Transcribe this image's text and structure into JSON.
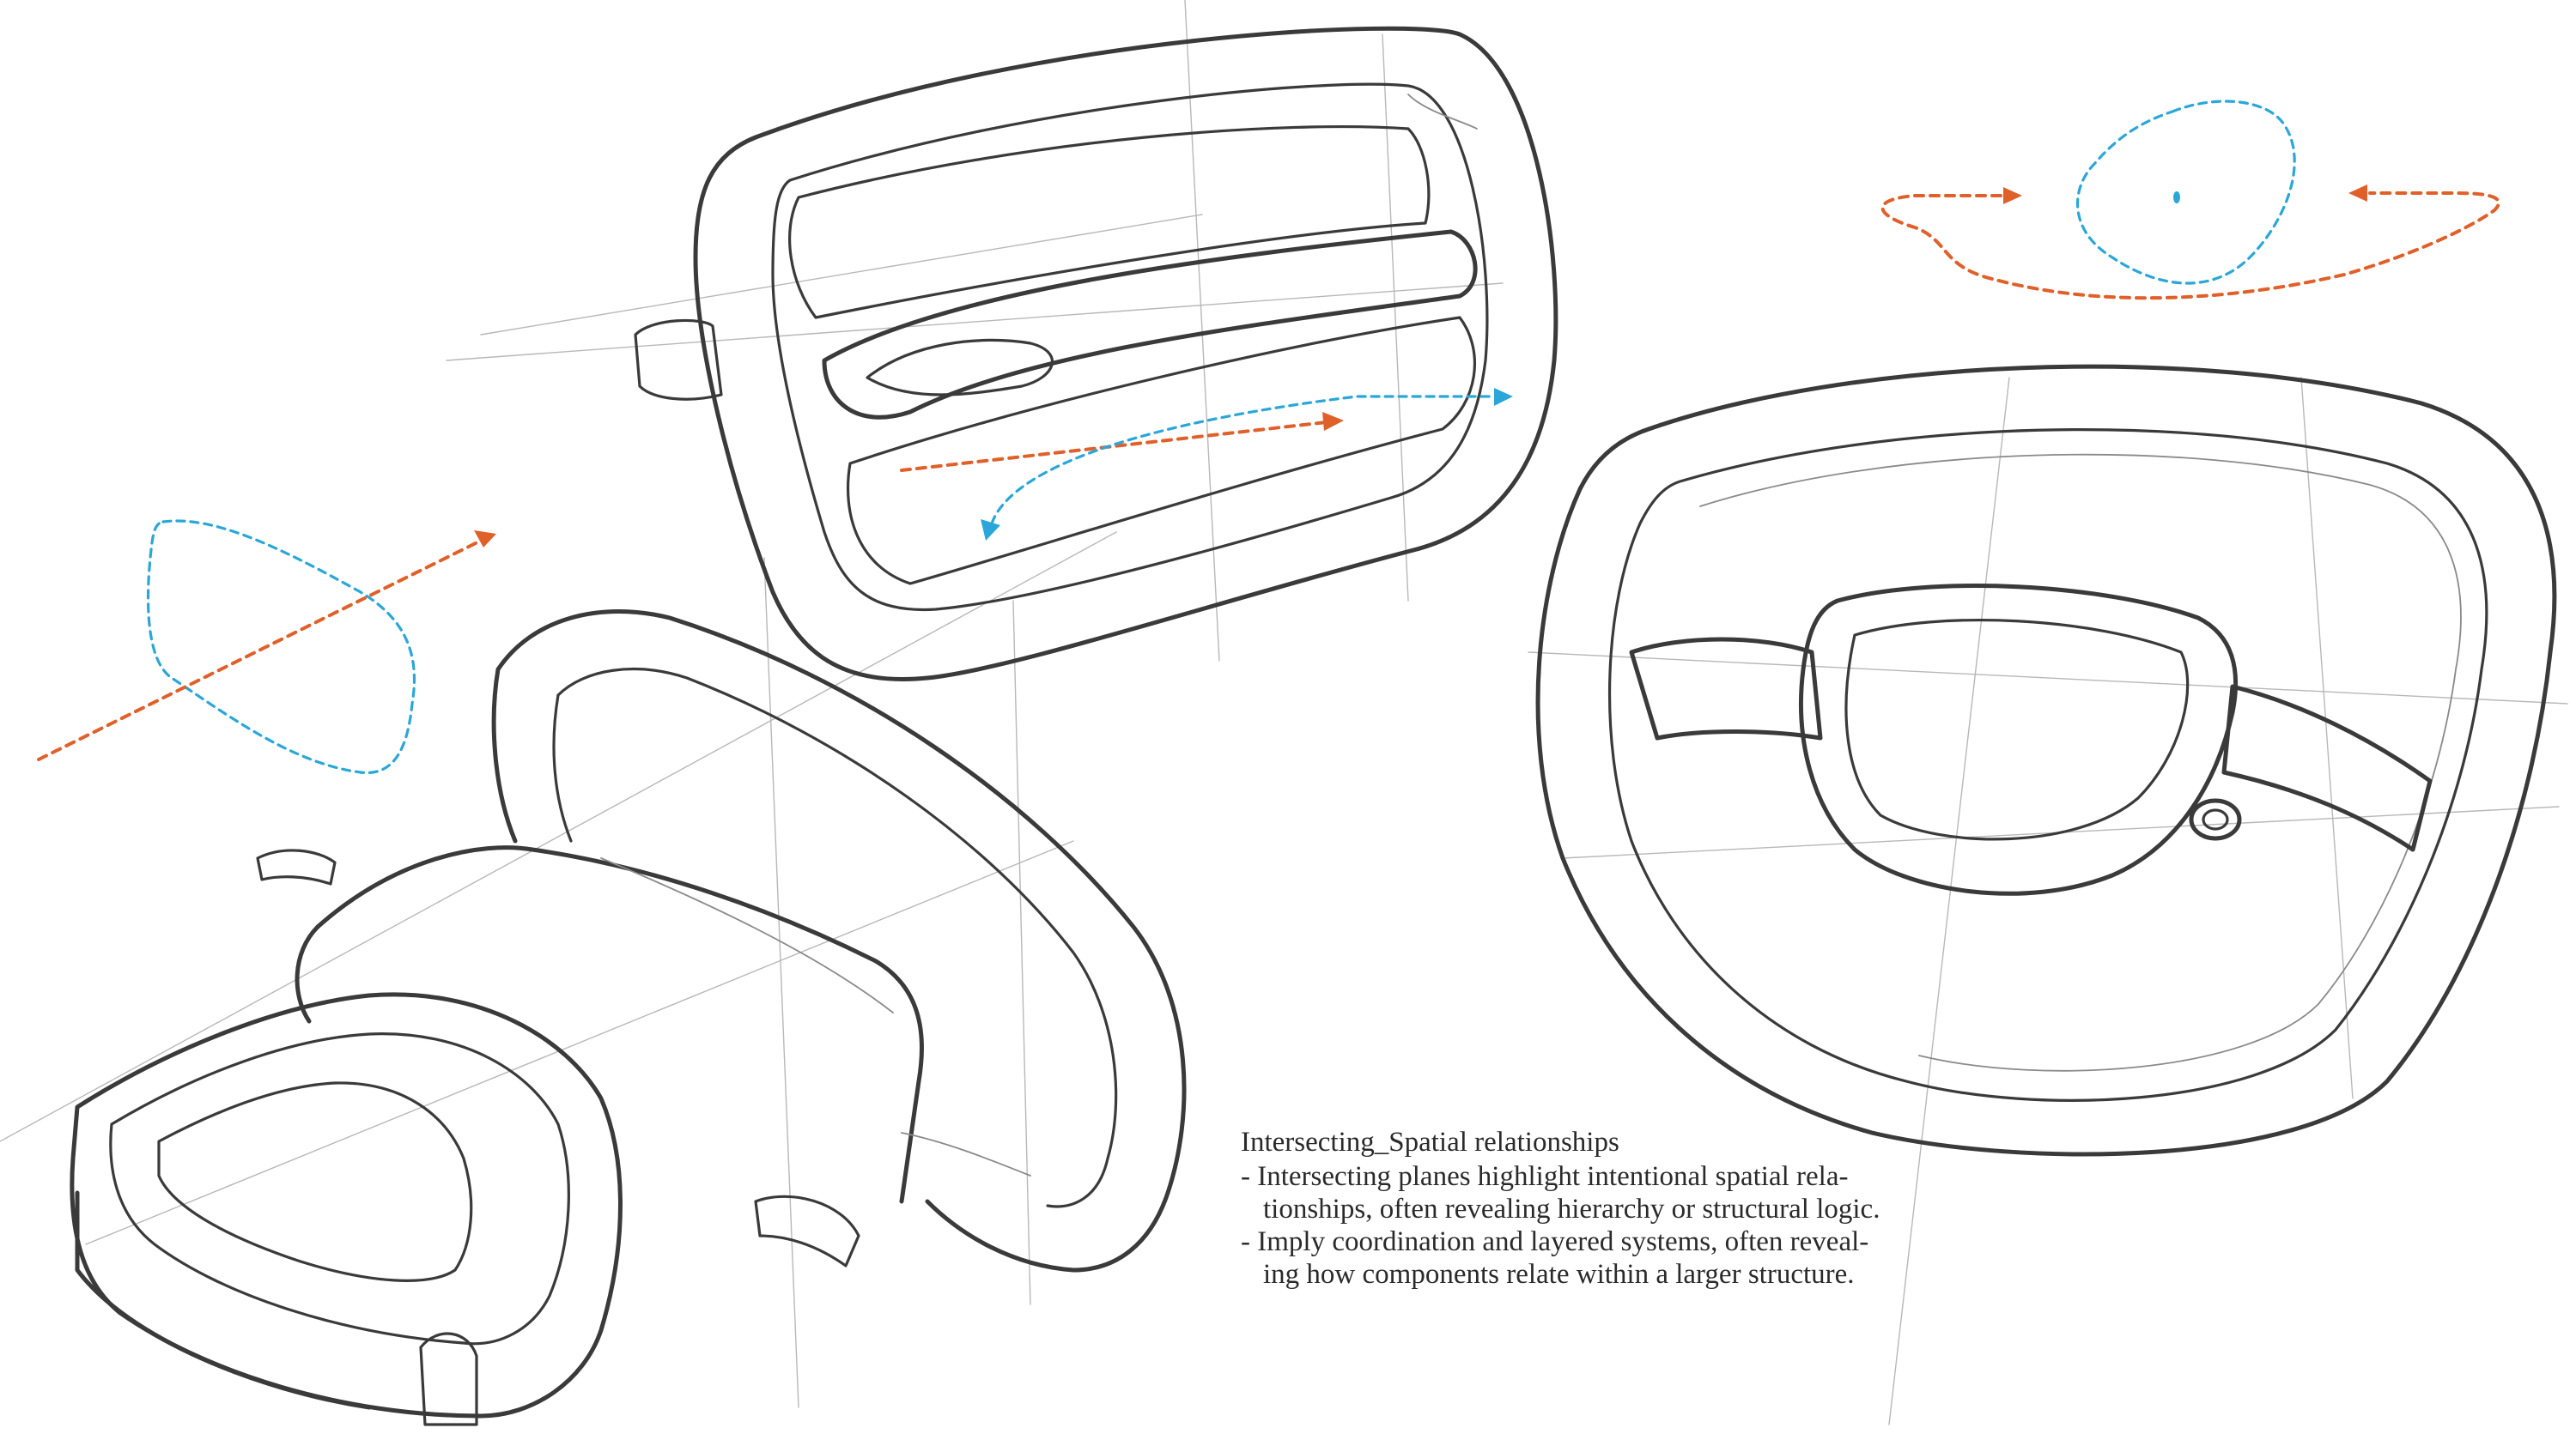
{
  "caption": {
    "title": "Intersecting_Spatial relationships",
    "bullet_1_line_1": "- Intersecting planes highlight intentional spatial rela-",
    "bullet_1_line_2": "tionships, often revealing hierarchy or structural logic.",
    "bullet_2_line_1": "- Imply coordination and layered systems, often reveal-",
    "bullet_2_line_2": "ing how components relate within a larger structure."
  },
  "colors": {
    "accent_orange": "#e0602a",
    "accent_blue": "#2aa7d8",
    "ink": "#3a3a3a"
  },
  "icons": {
    "rotation_arrows": "orbit-arrows-icon",
    "push_direction": "direction-arrow-icon"
  }
}
